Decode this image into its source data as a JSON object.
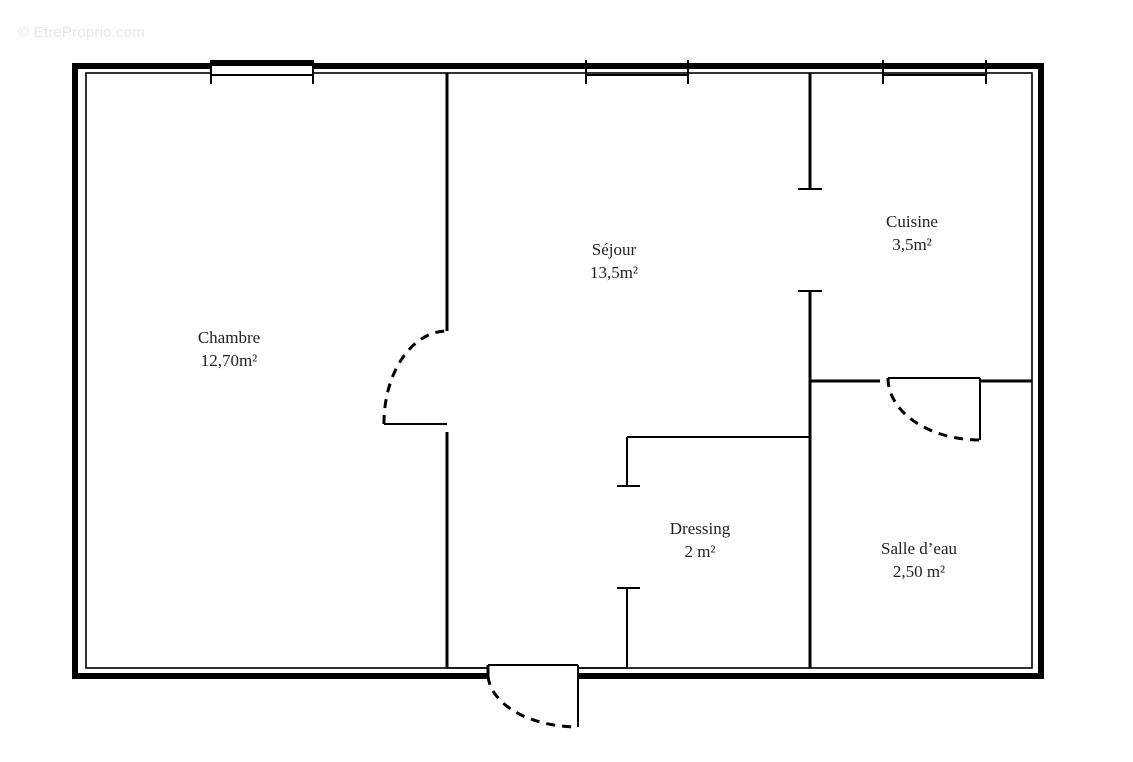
{
  "watermark": "© EtreProprio.com",
  "colors": {
    "wall": "#000000",
    "background": "#ffffff",
    "text": "#222222",
    "watermark": "#e6e6e6"
  },
  "rooms": [
    {
      "name": "Chambre",
      "area": "12,70m²"
    },
    {
      "name": "Séjour",
      "area": "13,5m²"
    },
    {
      "name": "Cuisine",
      "area": "3,5m²"
    },
    {
      "name": "Dressing",
      "area": "2 m²"
    },
    {
      "name": "Salle d’eau",
      "area": "2,50 m²"
    }
  ],
  "elements": {
    "windows": 3,
    "doors": 3,
    "openings": 2
  }
}
